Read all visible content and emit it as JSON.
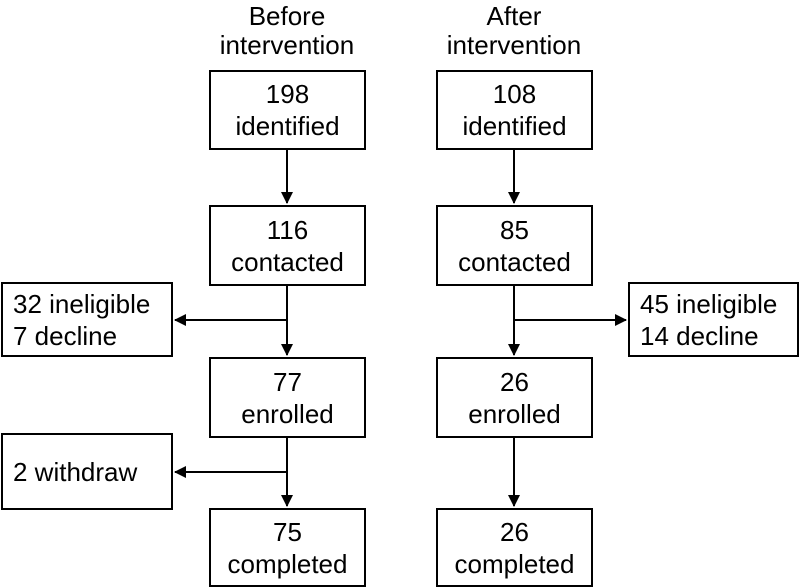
{
  "columns": [
    {
      "header": [
        "Before",
        "intervention"
      ],
      "stages": [
        {
          "count": "198",
          "label": "identified"
        },
        {
          "count": "116",
          "label": "contacted"
        },
        {
          "count": "77",
          "label": "enrolled"
        },
        {
          "count": "75",
          "label": "completed"
        }
      ],
      "exclusions": [
        {
          "lines": [
            "32 ineligible",
            "7 decline"
          ]
        },
        {
          "lines": [
            "2 withdraw"
          ]
        }
      ]
    },
    {
      "header": [
        "After",
        "intervention"
      ],
      "stages": [
        {
          "count": "108",
          "label": "identified"
        },
        {
          "count": "85",
          "label": "contacted"
        },
        {
          "count": "26",
          "label": "enrolled"
        },
        {
          "count": "26",
          "label": "completed"
        }
      ],
      "exclusions": [
        {
          "lines": [
            "45 ineligible",
            "14 decline"
          ]
        }
      ]
    }
  ]
}
